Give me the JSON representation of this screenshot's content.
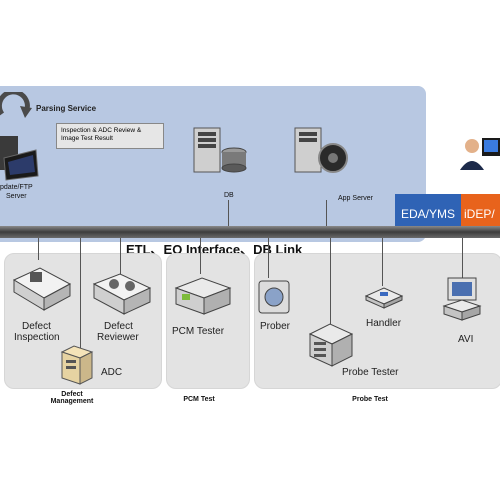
{
  "top": {
    "parsing_service": "Parsing Service",
    "callout_line1": "Inspection & ADC Review &",
    "callout_line2": "Image Test Result",
    "ftp_server_line1": "pdate/FTP",
    "ftp_server_line2": "Server",
    "db": "DB",
    "app_server": "App Server",
    "eda_yms": "EDA/YMS",
    "idep": "iDEP/"
  },
  "bus": {
    "label": "ETL、EQ Interface、DB Link"
  },
  "groups": {
    "defect_inspection_line1": "Defect",
    "defect_inspection_line2": "Inspection",
    "defect_reviewer_line1": "Defect",
    "defect_reviewer_line2": "Reviewer",
    "adc": "ADC",
    "defect_management_line1": "Defect",
    "defect_management_line2": "Management",
    "pcm_tester": "PCM Tester",
    "pcm_test": "PCM Test",
    "prober": "Prober",
    "handler": "Handler",
    "avi": "AVI",
    "probe_tester": "Probe Tester",
    "probe_test": "Probe Test"
  },
  "colors": {
    "panel": "#b8c8e2",
    "eda_tab": "#2f63b5",
    "idep_tab": "#e8631c",
    "group_bg": "#e3e3e3"
  }
}
